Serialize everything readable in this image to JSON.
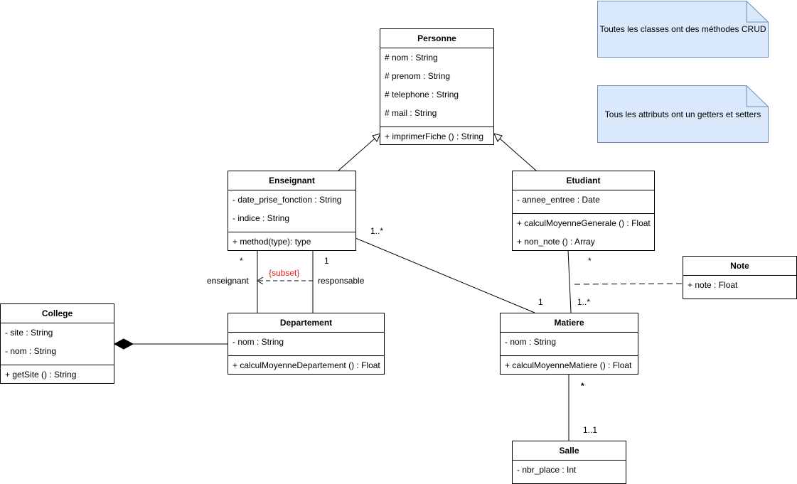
{
  "notes": {
    "crud": "Toutes les classes ont des méthodes CRUD",
    "getters": "Tous les attributs ont un getters et setters"
  },
  "classes": {
    "personne": {
      "name": "Personne",
      "attributes": [
        "# nom : String",
        "# prenom : String",
        "# telephone : String",
        "# mail : String"
      ],
      "methods": [
        "+ imprimerFiche () : String"
      ]
    },
    "enseignant": {
      "name": "Enseignant",
      "attributes": [
        "- date_prise_fonction : String",
        "- indice : String"
      ],
      "methods": [
        "+ method(type): type"
      ]
    },
    "etudiant": {
      "name": "Etudiant",
      "attributes": [
        "- annee_entree : Date"
      ],
      "methods": [
        "+ calculMoyenneGenerale () : Float",
        "+ non_note () : Array"
      ]
    },
    "note": {
      "name": "Note",
      "attributes": [
        "+ note : Float"
      ]
    },
    "college": {
      "name": "College",
      "attributes": [
        "- site : String",
        "- nom : String"
      ],
      "methods": [
        "+ getSite () : String"
      ]
    },
    "departement": {
      "name": "Departement",
      "attributes": [
        "- nom : String"
      ],
      "methods": [
        "+ calculMoyenneDepartement () : Float"
      ]
    },
    "matiere": {
      "name": "Matiere",
      "attributes": [
        "- nom : String"
      ],
      "methods": [
        "+ calculMoyenneMatiere () : Float"
      ]
    },
    "salle": {
      "name": "Salle",
      "attributes": [
        "- nbr_place : Int"
      ]
    }
  },
  "labels": {
    "ens_mat_mult": "1..*",
    "mat_ens_mult": "1",
    "ens_dep_star": "*",
    "ens_dep_one": "1",
    "role_enseignant": "enseignant",
    "role_responsable": "responsable",
    "subset": "{subset}",
    "etu_star": "*",
    "mat_etu_mult": "1..*",
    "mat_salle_star": "*",
    "salle_mult": "1..1"
  },
  "colors": {
    "note_fill": "#dae8fc",
    "note_stroke": "#6c8ebf",
    "constraint": "#e0221e"
  }
}
